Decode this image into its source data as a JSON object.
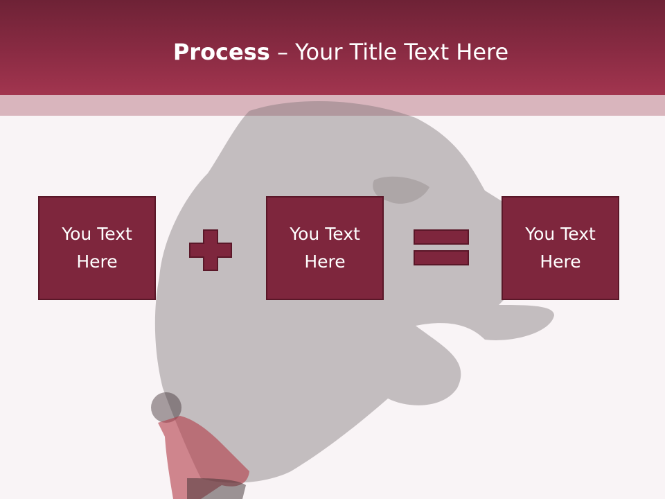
{
  "slide": {
    "title_bold": "Process",
    "title_rest": " – Your Title Text Here",
    "boxes": [
      {
        "text": "You Text Here"
      },
      {
        "text": "You Text Here"
      },
      {
        "text": "You Text Here"
      }
    ],
    "operators": [
      "plus-icon",
      "equals-icon"
    ],
    "colors": {
      "header": "#8a2b43",
      "box": "#7e263d",
      "band": "#d9b5bd"
    }
  }
}
